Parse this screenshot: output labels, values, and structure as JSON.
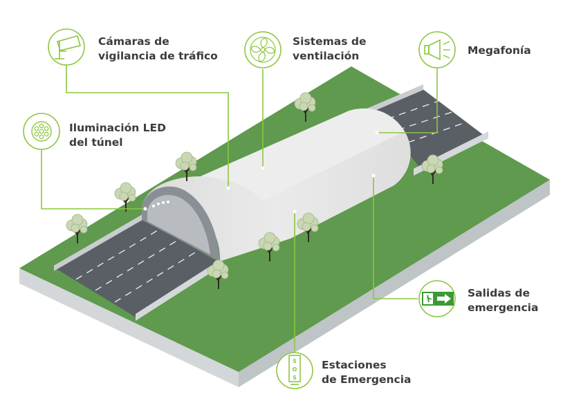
{
  "colors": {
    "accent": "#8cc63f",
    "ground_top": "#5f9a4e",
    "ground_side": "#cfd3d5",
    "road": "#5c6068",
    "tunnel": "#e4e4e4",
    "text": "#3c3c3c",
    "exit_sign": "#3a9a35"
  },
  "labels": {
    "camaras": [
      "Cámaras de",
      "vigilancia de tráfico"
    ],
    "ventilacion": [
      "Sistemas de",
      "ventilación"
    ],
    "megafonia": [
      "Megafonía"
    ],
    "iluminacion": [
      "Iluminación LED",
      "del túnel"
    ],
    "salidas": [
      "Salidas de",
      "emergencia"
    ],
    "estaciones": [
      "Estaciones",
      "de Emergencia"
    ]
  },
  "icons": {
    "camaras": "security-camera-icon",
    "ventilacion": "ventilation-fan-icon",
    "megafonia": "megaphone-icon",
    "iluminacion": "led-light-icon",
    "salidas": "emergency-exit-sign-icon",
    "estaciones": "sos-station-icon"
  },
  "sos_letters": [
    "S",
    "O",
    "S"
  ]
}
